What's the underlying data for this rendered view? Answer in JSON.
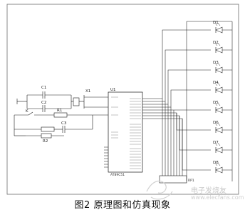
{
  "caption": "图2  原理图和仿真现象",
  "watermark": {
    "text": "电子发烧友",
    "url": "www.elecfans.com"
  },
  "components": {
    "mcu": "U1",
    "mcu_part": "AT89C51",
    "crystal": "X1",
    "capacitors": [
      "C1",
      "C2",
      "C3"
    ],
    "resistors": [
      "R1",
      "R2"
    ],
    "switch": "K",
    "leds": [
      "D1",
      "D2",
      "D3",
      "D4",
      "D5",
      "D6",
      "D7",
      "D8"
    ],
    "resistor_pack": "RP1"
  },
  "colors": {
    "wire": "#1a1a1a",
    "frame": "#6b6b6b",
    "watermark": "#c9c9c9"
  }
}
